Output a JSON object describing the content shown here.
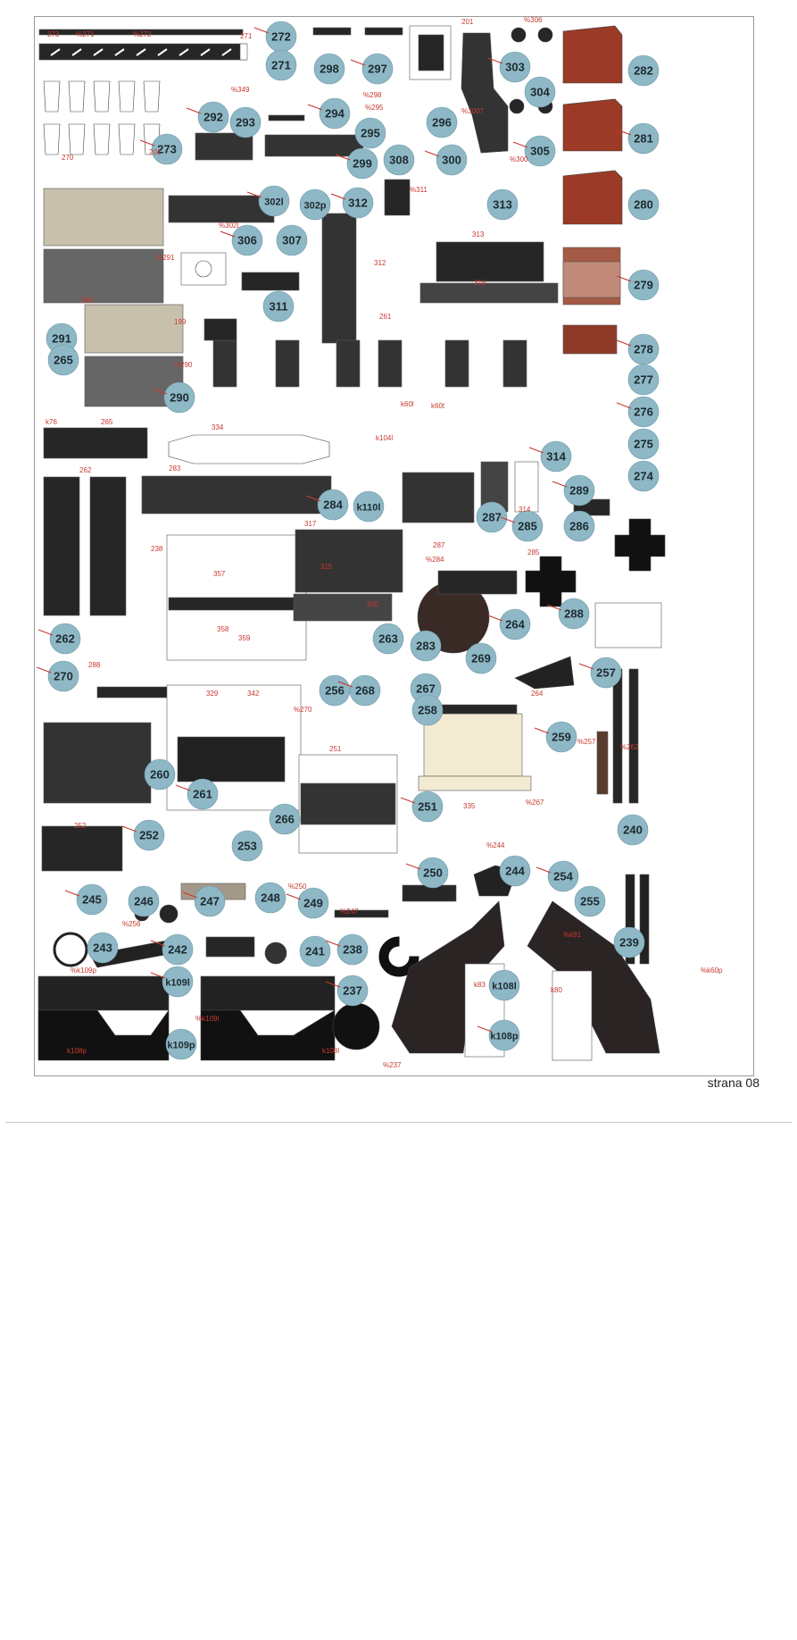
{
  "page": {
    "label": "strana 08"
  },
  "colors": {
    "callout": "#8fb8c6",
    "accent": "#c8382e",
    "part_dark": "#262626",
    "part_brown": "#8a3422",
    "part_tan": "#c7c0ad",
    "part_cream": "#f3ead2"
  },
  "parts": [
    {
      "n": "272"
    },
    {
      "n": "271"
    },
    {
      "n": "273"
    },
    {
      "n": "298"
    },
    {
      "n": "297"
    },
    {
      "n": "296"
    },
    {
      "n": "303"
    },
    {
      "n": "304"
    },
    {
      "n": "305"
    },
    {
      "n": "282"
    },
    {
      "n": "281"
    },
    {
      "n": "280"
    },
    {
      "n": "292"
    },
    {
      "n": "293"
    },
    {
      "n": "294"
    },
    {
      "n": "295"
    },
    {
      "n": "299"
    },
    {
      "n": "308"
    },
    {
      "n": "300"
    },
    {
      "n": "291"
    },
    {
      "n": "302l"
    },
    {
      "n": "302p"
    },
    {
      "n": "312"
    },
    {
      "n": "313"
    },
    {
      "n": "306"
    },
    {
      "n": "307"
    },
    {
      "n": "279"
    },
    {
      "n": "311"
    },
    {
      "n": "278"
    },
    {
      "n": "277"
    },
    {
      "n": "290"
    },
    {
      "n": "265"
    },
    {
      "n": "276"
    },
    {
      "n": "275"
    },
    {
      "n": "284"
    },
    {
      "n": "k110l"
    },
    {
      "n": "314"
    },
    {
      "n": "274"
    },
    {
      "n": "289"
    },
    {
      "n": "287"
    },
    {
      "n": "285"
    },
    {
      "n": "286"
    },
    {
      "n": "262"
    },
    {
      "n": "283"
    },
    {
      "n": "288"
    },
    {
      "n": "263"
    },
    {
      "n": "264"
    },
    {
      "n": "269"
    },
    {
      "n": "270"
    },
    {
      "n": "256"
    },
    {
      "n": "268"
    },
    {
      "n": "267"
    },
    {
      "n": "257"
    },
    {
      "n": "258"
    },
    {
      "n": "259"
    },
    {
      "n": "260"
    },
    {
      "n": "261"
    },
    {
      "n": "266"
    },
    {
      "n": "251"
    },
    {
      "n": "240"
    },
    {
      "n": "252"
    },
    {
      "n": "253"
    },
    {
      "n": "250"
    },
    {
      "n": "244"
    },
    {
      "n": "254"
    },
    {
      "n": "255"
    },
    {
      "n": "245"
    },
    {
      "n": "246"
    },
    {
      "n": "247"
    },
    {
      "n": "248"
    },
    {
      "n": "249"
    },
    {
      "n": "243"
    },
    {
      "n": "242"
    },
    {
      "n": "241"
    },
    {
      "n": "238"
    },
    {
      "n": "239"
    },
    {
      "n": "k109l"
    },
    {
      "n": "k108l"
    },
    {
      "n": "237"
    },
    {
      "n": "k109p"
    },
    {
      "n": "k108p"
    }
  ],
  "labels": {
    "a271": "271",
    "a272": "%272",
    "a273": "273",
    "a271b": "%271",
    "a270": "270",
    "a201": "201",
    "a306": "%306",
    "a349": "%349",
    "a298": "%298",
    "a295": "%295",
    "a300": "%300",
    "a300b": "%3007",
    "a201b": "201",
    "a302l": "%302l",
    "a311": "%311",
    "a313": "313",
    "a316": "316",
    "a312": "312",
    "a261": "261",
    "a291": "%291",
    "a289": "289",
    "a199": "199",
    "a290": "%290",
    "a265": "265",
    "a76": "k76",
    "a334": "334",
    "a283": "283",
    "a262": "262",
    "a238": "238",
    "a357": "357",
    "a317": "317",
    "a315": "315",
    "a288": "288",
    "a358": "358",
    "a329": "329",
    "a342": "342",
    "a251": "251",
    "a335": "335",
    "a252": "252",
    "a k60l": "k60l",
    "a k60t": "k60t",
    "a k104l": "k104l",
    "a284": "%284",
    "a83": "k83",
    "a80": "k80",
    "a k109l": "%k109l",
    "a k109p": "%k109p",
    "a k60p": "%k60p",
    "a244": "%244",
    "a267": "%267",
    "a257": "%257",
    "a262b": "%262",
    "a270b": "%270",
    "a250": "%250",
    "a247": "%247",
    "a256": "%256",
    "a359": "359",
    "a320": "320",
    "a264": "264",
    "a285": "285",
    "a287": "287",
    "a314": "314",
    "a k91": "%k91",
    "a k108l": "k108l",
    "a k108p": "k108p",
    "a237": "%237"
  }
}
